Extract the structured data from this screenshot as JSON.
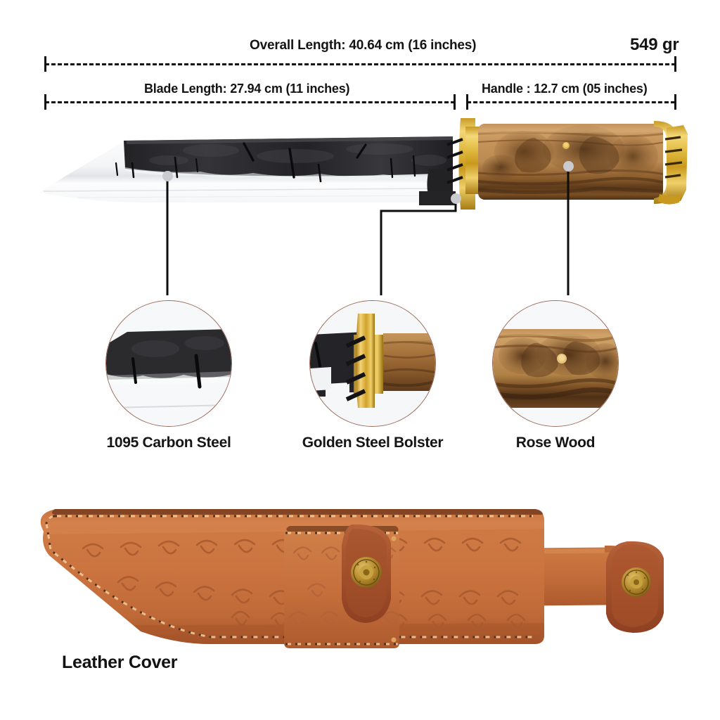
{
  "dimensions": {
    "overall": "Overall Length: 40.64 cm (16 inches)",
    "weight": "549 gr",
    "blade": "Blade Length: 27.94 cm (11 inches)",
    "handle": "Handle : 12.7 cm (05 inches)"
  },
  "details": [
    {
      "label": "1095 Carbon Steel",
      "callout_name": "blade-steel"
    },
    {
      "label": "Golden Steel Bolster",
      "callout_name": "bolster"
    },
    {
      "label": "Rose Wood",
      "callout_name": "handle-wood"
    }
  ],
  "sheath": {
    "label": "Leather Cover"
  },
  "colors": {
    "blade_black": "#262626",
    "blade_steel": "#f2f3f4",
    "brass": "#d4a521",
    "wood_light": "#c08b52",
    "wood_dark": "#5a3a1e",
    "leather": "#c8713c",
    "leather_dark": "#a8522c",
    "callout_dot": "#c9cbcf",
    "circle_border": "#9c6a5a",
    "text": "#141414"
  }
}
